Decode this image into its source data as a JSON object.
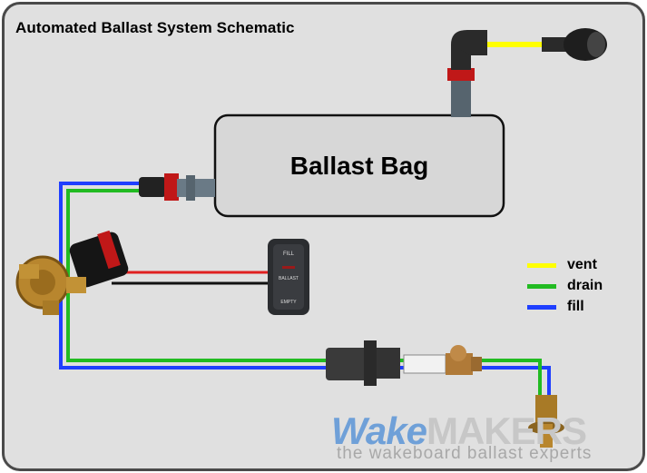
{
  "title": "Automated Ballast System Schematic",
  "bag_label": "Ballast Bag",
  "switch": {
    "top": "FILL",
    "middle": "BALLAST",
    "bottom": "EMPTY"
  },
  "legend": [
    {
      "label": "vent",
      "color": "#ffff00"
    },
    {
      "label": "drain",
      "color": "#22bb22"
    },
    {
      "label": "fill",
      "color": "#1f3fff"
    }
  ],
  "brand": {
    "wake": "Wake",
    "makers": "MAKERS",
    "tagline": "the wakeboard ballast experts"
  },
  "colors": {
    "vent": "#ffff00",
    "drain": "#22bb22",
    "fill": "#1f3fff",
    "wire_red": "#e02020",
    "wire_black": "#111111"
  }
}
